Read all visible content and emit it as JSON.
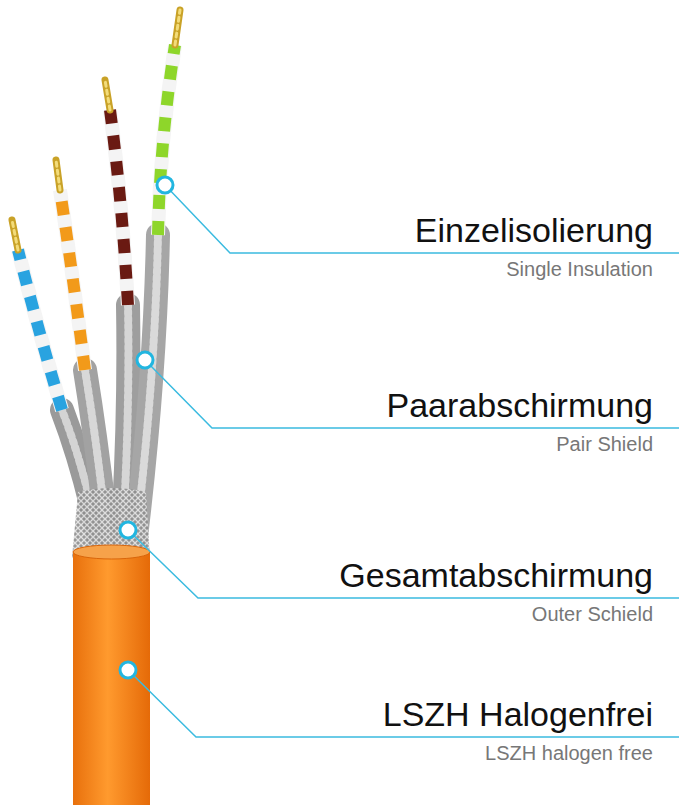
{
  "diagram": {
    "labels": [
      "Einzelisolierung",
      "Single Insulation",
      "Paarabschirmung",
      "Pair Shield",
      "Gesamtabschirmung",
      "Outer Schield",
      "LSZH Halogenfrei",
      "LSZH halogen free"
    ]
  }
}
